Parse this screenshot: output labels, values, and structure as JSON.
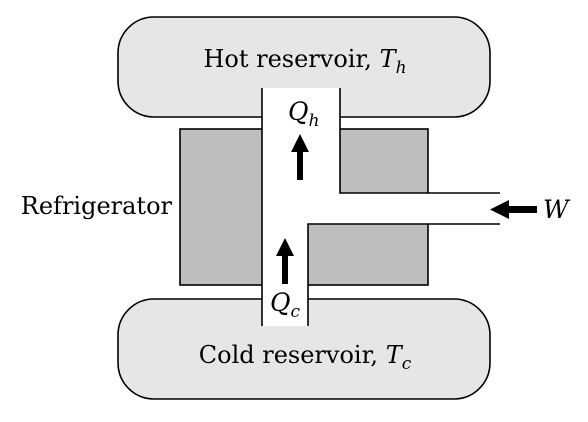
{
  "hot_reservoir": {
    "label": "Hot reservoir, ",
    "temp_symbol": "T",
    "temp_subscript": "h"
  },
  "cold_reservoir": {
    "label": "Cold reservoir, ",
    "temp_symbol": "T",
    "temp_subscript": "c"
  },
  "device": {
    "label": "Refrigerator"
  },
  "heat_out": {
    "symbol": "Q",
    "subscript": "h"
  },
  "heat_in": {
    "symbol": "Q",
    "subscript": "c"
  },
  "work": {
    "symbol": "W"
  },
  "colors": {
    "reservoir_fill": "#e6e6e6",
    "device_fill": "#bebebe",
    "stroke": "#000000"
  }
}
